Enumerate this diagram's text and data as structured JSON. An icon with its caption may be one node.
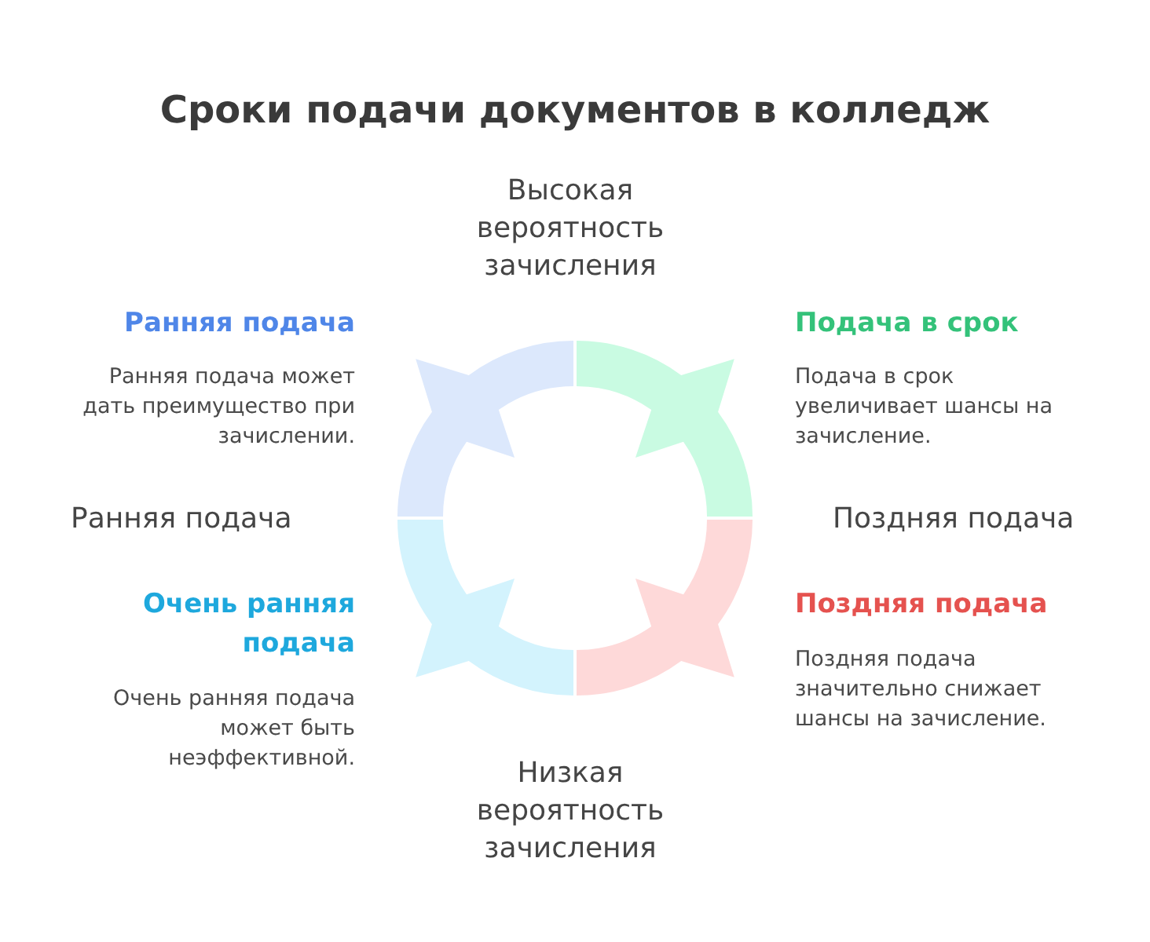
{
  "diagram": {
    "title": "Сроки подачи документов в колледж",
    "nodes": [
      {
        "text": [],
        "shape": "arc",
        "beside": [
          "Ранняя подача",
          "Ранняя подача может дать преимущество при зачислении."
        ]
      },
      {
        "text": [],
        "shape": "arc",
        "beside": [
          "Подача в срок",
          "Подача в срок увеличивает шансы на зачисление."
        ]
      },
      {
        "text": [],
        "shape": "arc",
        "beside": [
          "Очень ранняя подача",
          "Очень ранняя подача может быть неэффективной."
        ]
      },
      {
        "text": [],
        "shape": "arc",
        "beside": [
          "Поздняя подача",
          "Поздняя подача значительно снижает шансы на зачисление."
        ]
      }
    ],
    "labels": [
      "Высокая вероятность зачисления",
      "Ранняя подача",
      "Поздняя подача",
      "Низкая вероятность зачисления"
    ]
  }
}
